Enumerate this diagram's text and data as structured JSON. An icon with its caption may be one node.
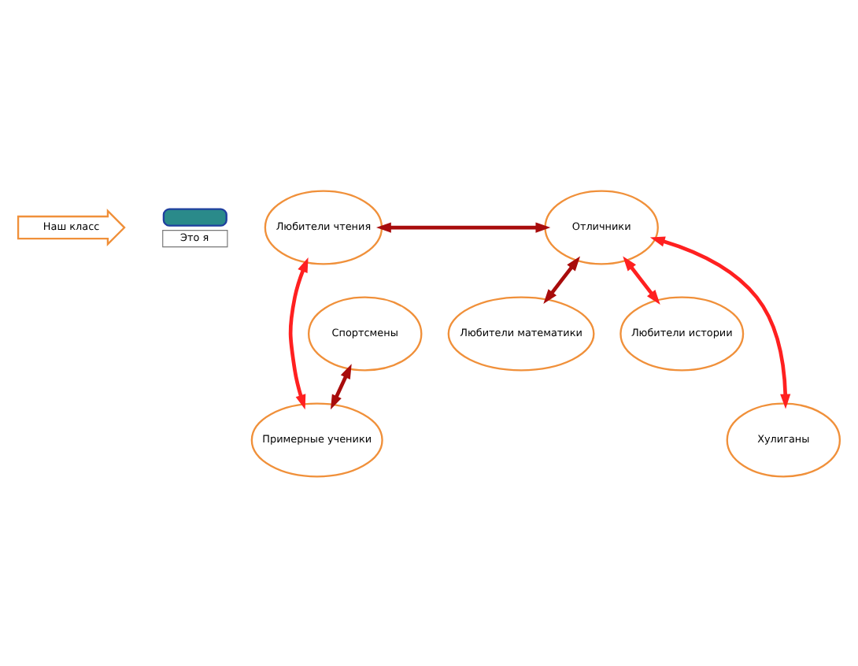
{
  "diagram": {
    "nodes": [
      {
        "text": [
          "Наш класс"
        ]
      },
      {
        "text": [
          "Любители чтения"
        ]
      },
      {
        "text": [
          "Отличники"
        ]
      },
      {
        "text": [
          "Любители математики"
        ]
      },
      {
        "text": [
          "Спортсмены"
        ]
      },
      {
        "text": [
          "Любители истории"
        ]
      },
      {
        "text": [
          "Хулиганы"
        ]
      },
      {
        "text": [
          "Примерные ученики"
        ]
      }
    ],
    "edges": [
      {
        "from": 1,
        "to": 2,
        "arrow": "both",
        "color": "#a80c0c"
      },
      {
        "from": 2,
        "to": 3,
        "arrow": "both",
        "color": "#a80c0c"
      },
      {
        "from": 2,
        "to": 5,
        "arrow": "both",
        "color": "#ff2020"
      },
      {
        "from": 6,
        "to": 2,
        "arrow": "both",
        "color": "#ff2020"
      },
      {
        "from": 1,
        "to": 7,
        "arrow": "both",
        "color": "#ff2020"
      },
      {
        "from": 4,
        "to": 7,
        "arrow": "both",
        "color": "#a80c0c"
      }
    ],
    "legend": [
      {
        "text": "Это я"
      }
    ]
  }
}
